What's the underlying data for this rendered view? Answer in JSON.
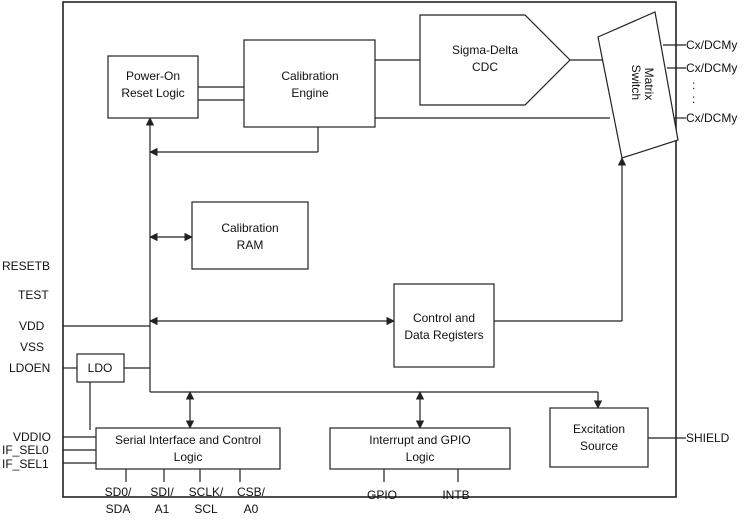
{
  "blocks": {
    "por": [
      "Power-On",
      "Reset Logic"
    ],
    "cal_engine": [
      "Calibration",
      "Engine"
    ],
    "cdc": [
      "Sigma-Delta",
      "CDC"
    ],
    "switch_matrix": [
      "Switch",
      "Matrix"
    ],
    "cal_ram": [
      "Calibration",
      "RAM"
    ],
    "control_regs": [
      "Control and",
      "Data Registers"
    ],
    "ldo": "LDO",
    "serial": [
      "Serial Interface and Control",
      "Logic"
    ],
    "gpio_logic": [
      "Interrupt and GPIO",
      "Logic"
    ],
    "excitation": [
      "Excitation",
      "Source"
    ]
  },
  "left_pins": {
    "resetb": "RESETB",
    "test": "TEST",
    "vdd": "VDD",
    "vss": "VSS",
    "ldoen": "LDOEN",
    "vddio": "VDDIO",
    "if_sel0": "IF_SEL0",
    "if_sel1": "IF_SEL1"
  },
  "right_pins": {
    "cx1": "Cx/DCMy",
    "cx2": "Cx/DCMy",
    "cx3": "Cx/DCMy",
    "ellipsis": ":",
    "shield": "SHIELD"
  },
  "bottom_pins": {
    "sd0": [
      "SD0/",
      "SDA"
    ],
    "sdi": [
      "SDI/",
      "A1"
    ],
    "sclk": [
      "SCLK/",
      "SCL"
    ],
    "csb": [
      "CSB/",
      "A0"
    ],
    "gpio": "GPIO",
    "intb": "INTB"
  },
  "colors": {
    "line": "#222222",
    "background": "#ffffff"
  }
}
